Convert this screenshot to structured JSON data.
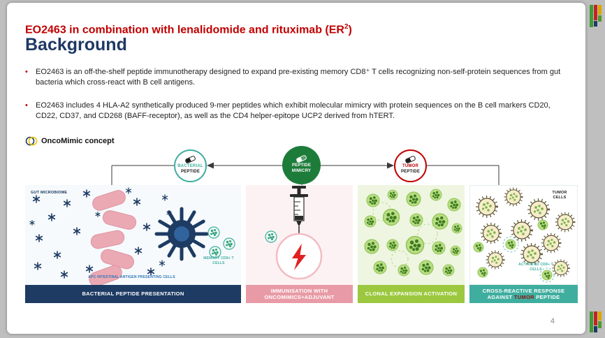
{
  "slide": {
    "subtitle_pre": "EO2463 in combination with lenalidomide and rituximab (ER",
    "subtitle_sup": "2",
    "subtitle_post": ")",
    "title": "Background",
    "bullet_marker": "•",
    "bullets": [
      "EO2463 is an off-the-shelf peptide immunotherapy designed to expand pre-existing memory CD8⁺ T cells recognizing non-self-protein sequences from gut bacteria which cross-react with B cell antigens.",
      "EO2463 includes 4 HLA-A2 synthetically produced 9-mer peptides which exhibit molecular mimicry with protein sequences on the B cell markers CD20, CD22, CD37, and CD268 (BAFF-receptor), as well as the CD4 helper-epitope UCP2 derived from hTERT."
    ],
    "concept_label": "OncoMimic concept",
    "page_number": "4"
  },
  "diagram": {
    "badges": {
      "bacterial": {
        "line1": "BACTERIAL",
        "line2": "PEPTIDE"
      },
      "mimicry": {
        "line1": "PEPTIDE",
        "line2": "MIMICRY"
      },
      "tumor": {
        "line1": "TUMOR",
        "line2": "PEPTIDE"
      }
    },
    "panel1": {
      "label_microbiome": "GUT MICROBIOME",
      "label_memory": "MEMORY CD8+ T CELLS",
      "label_apc": "APC INTESTINAL ANTIGEN PRESENTING CELLS",
      "caption": "BACTERIAL PEPTIDE PRESENTATION"
    },
    "panel2": {
      "caption_line1": "IMMUNISATION WITH",
      "caption_line2": "ONCOMIMICS+ADJUVANT"
    },
    "panel3": {
      "caption": "CLONAL EXPANSION ACTIVATION"
    },
    "panel4": {
      "label_tumor_cells": "TUMOR CELLS",
      "label_activated": "ACTIVATED CD8+ T CELLS",
      "caption_line1": "CROSS-REACTIVE RESPONSE",
      "caption_line2_pre": "AGAINST ",
      "caption_line2_tumor": "TUMOR",
      "caption_line2_post": " PEPTIDE"
    }
  },
  "icons": {
    "oncomimic_logo": "two-overlapping-rings",
    "peptide_pill": "capsule",
    "syringe": "syringe-with-needle",
    "lightning": "red-lightning-bolt"
  },
  "colors": {
    "accent_red": "#c00000",
    "title_navy": "#1f3864",
    "teal": "#3fae9f",
    "mimicry_green": "#1e7c3a",
    "caption_navy": "#1d3b63",
    "caption_pink": "#e89ba6",
    "caption_green": "#9cc83f",
    "caption_teal": "#3fae9f",
    "tumor_red": "#c00000"
  }
}
